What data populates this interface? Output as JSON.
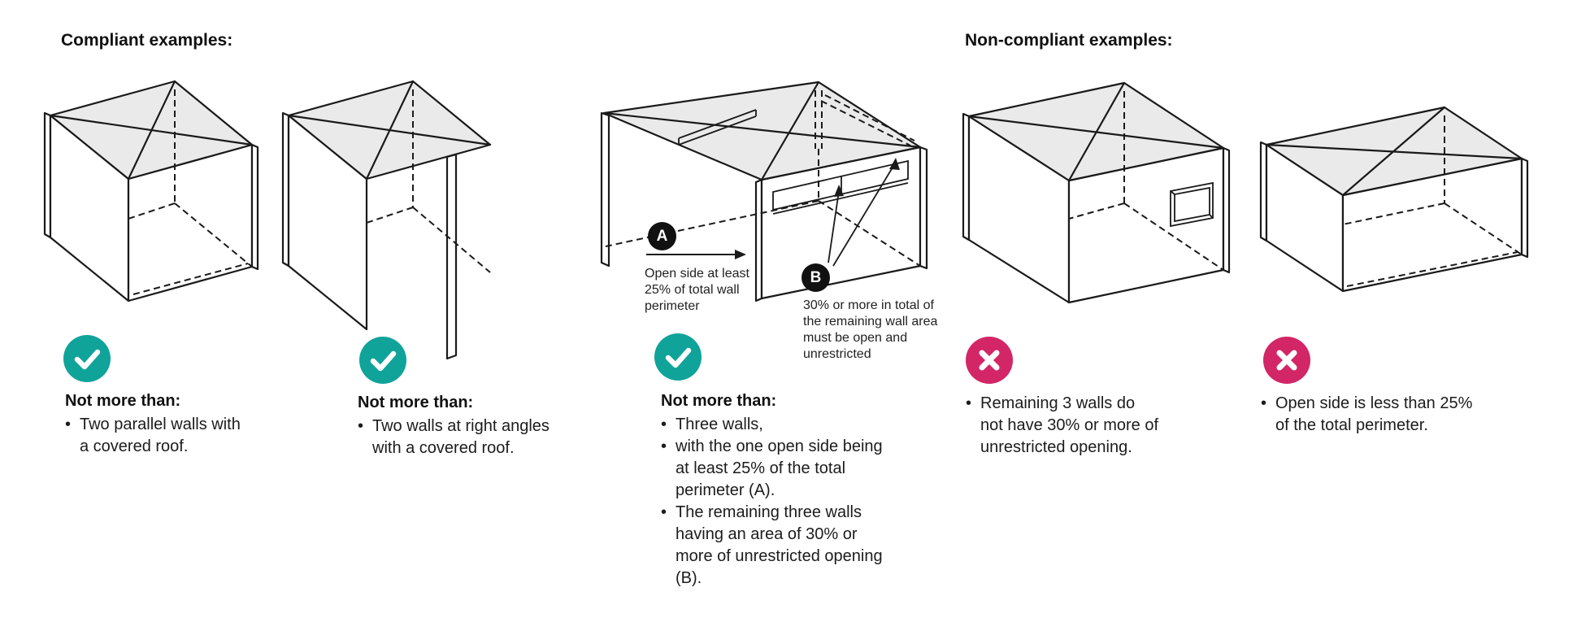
{
  "headings": {
    "compliant": "Compliant examples:",
    "noncompliant": "Non-compliant examples:"
  },
  "ui": {
    "bullet": "•"
  },
  "colors": {
    "check_badge": "#10a39a",
    "cross_badge": "#d22667",
    "roof_fill": "#eaeaea",
    "line": "#1a1a1a",
    "marker_bg": "#111111"
  },
  "examples": [
    {
      "id": "two-parallel-walls",
      "status": "compliant",
      "icon": "check",
      "title": "Not more than:",
      "bullets": [
        "Two parallel walls with a covered roof."
      ]
    },
    {
      "id": "two-walls-right-angles",
      "status": "compliant",
      "icon": "check",
      "title": "Not more than:",
      "bullets": [
        "Two walls at right angles with a covered roof."
      ]
    },
    {
      "id": "three-walls",
      "status": "compliant",
      "icon": "check",
      "title": "Not more than:",
      "bullets": [
        "Three walls,",
        "with the one open side being at least 25% of the total perimeter (A).",
        "The remaining three walls having an area of 30% or more of unrestricted opening (B)."
      ]
    },
    {
      "id": "insufficient-unrestricted-opening",
      "status": "noncompliant",
      "icon": "cross",
      "title": "",
      "bullets": [
        "Remaining 3 walls do not have 30% or more of unrestricted opening."
      ]
    },
    {
      "id": "open-side-too-small",
      "status": "noncompliant",
      "icon": "cross",
      "title": "",
      "bullets": [
        "Open side is less than 25% of the total perimeter."
      ]
    }
  ],
  "annotations": {
    "a": {
      "label": "A",
      "text": "Open side at least 25% of total wall perimeter"
    },
    "b": {
      "label": "B",
      "text": "30% or more in total of the remaining wall area must be open and unrestricted"
    }
  }
}
